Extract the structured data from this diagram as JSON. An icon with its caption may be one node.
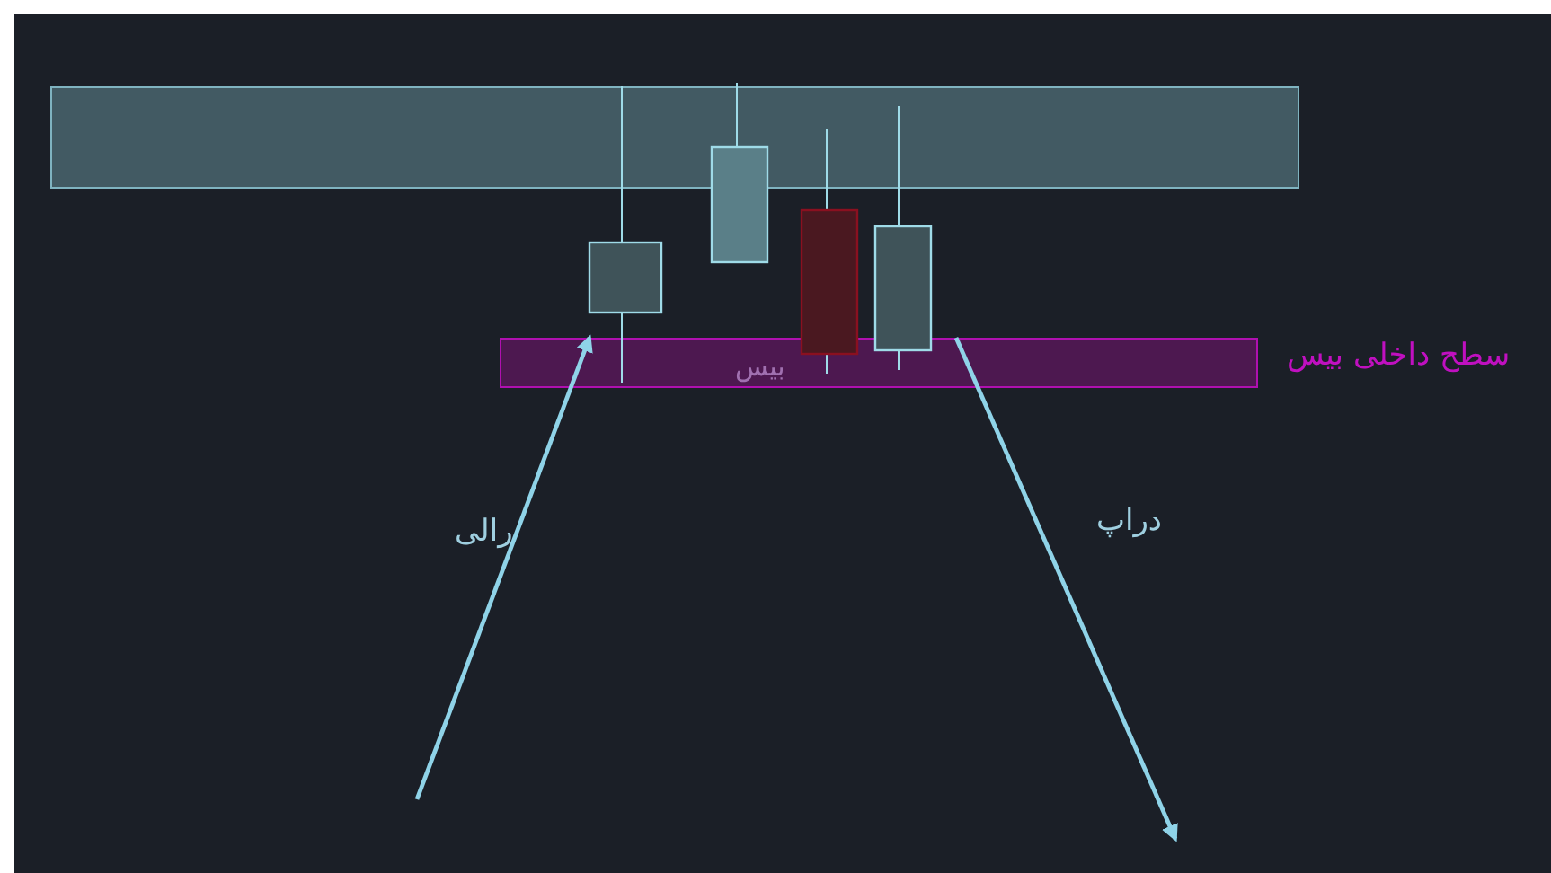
{
  "diagram": {
    "nodes": [
      {
        "text": [],
        "shape": "box"
      },
      {
        "text": [
          "بیس"
        ],
        "beside": [
          "سطح داخلی بیس"
        ]
      }
    ],
    "edges": [
      {
        "from": null,
        "to": 1,
        "arrow": "to",
        "label": "رالی"
      },
      {
        "from": 1,
        "to": null,
        "arrow": "to",
        "label": "دراپ"
      }
    ]
  }
}
